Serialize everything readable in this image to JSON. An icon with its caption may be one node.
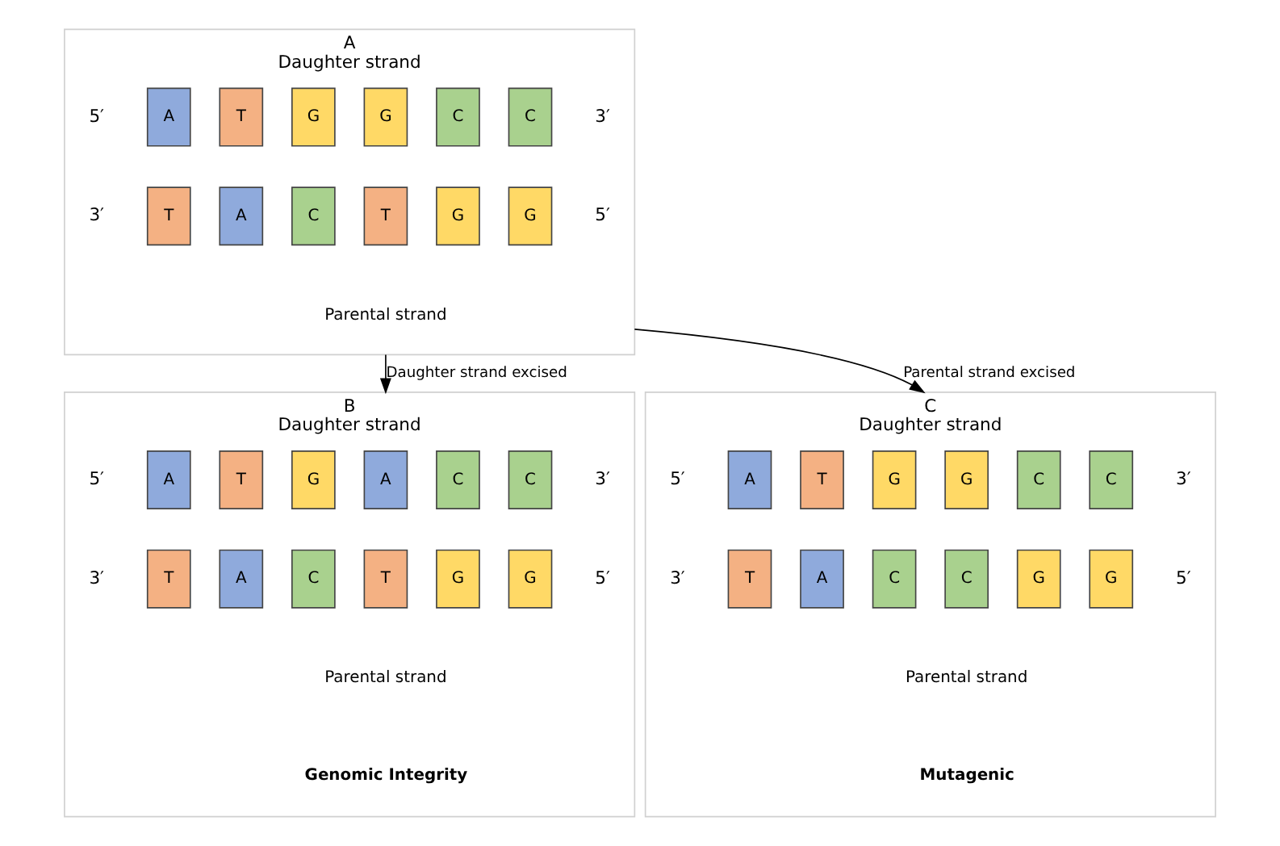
{
  "diagram": {
    "nodes": [
      {
        "text": [
          "A",
          "Daughter strand",
          "Parental strand"
        ]
      },
      {
        "text": [
          "A"
        ],
        "in": 0
      },
      {
        "text": [
          "T"
        ],
        "in": 0
      },
      {
        "text": [
          "G"
        ],
        "in": 0
      },
      {
        "text": [
          "G"
        ],
        "in": 0
      },
      {
        "text": [
          "C"
        ],
        "in": 0
      },
      {
        "text": [
          "C"
        ],
        "in": 0
      },
      {
        "text": [
          "T"
        ],
        "in": 0
      },
      {
        "text": [
          "A"
        ],
        "in": 0
      },
      {
        "text": [
          "C"
        ],
        "in": 0
      },
      {
        "text": [
          "T"
        ],
        "in": 0
      },
      {
        "text": [
          "G"
        ],
        "in": 0
      },
      {
        "text": [
          "G"
        ],
        "in": 0
      },
      {
        "text": [
          "B",
          "Daughter strand",
          "Parental strand"
        ],
        "beside": [
          "Genomic Integrity"
        ]
      },
      {
        "text": [
          "A"
        ],
        "in": 13
      },
      {
        "text": [
          "T"
        ],
        "in": 13
      },
      {
        "text": [
          "G"
        ],
        "in": 13
      },
      {
        "text": [
          "A"
        ],
        "in": 13
      },
      {
        "text": [
          "C"
        ],
        "in": 13
      },
      {
        "text": [
          "C"
        ],
        "in": 13
      },
      {
        "text": [
          "T"
        ],
        "in": 13
      },
      {
        "text": [
          "A"
        ],
        "in": 13
      },
      {
        "text": [
          "C"
        ],
        "in": 13
      },
      {
        "text": [
          "T"
        ],
        "in": 13
      },
      {
        "text": [
          "G"
        ],
        "in": 13
      },
      {
        "text": [
          "G"
        ],
        "in": 13
      },
      {
        "text": [
          "C",
          "Daughter strand",
          "Parental strand"
        ],
        "beside": [
          "Mutagenic"
        ]
      },
      {
        "text": [
          "A"
        ],
        "in": 26
      },
      {
        "text": [
          "T"
        ],
        "in": 26
      },
      {
        "text": [
          "G"
        ],
        "in": 26
      },
      {
        "text": [
          "G"
        ],
        "in": 26
      },
      {
        "text": [
          "C"
        ],
        "in": 26
      },
      {
        "text": [
          "C"
        ],
        "in": 26
      },
      {
        "text": [
          "T"
        ],
        "in": 26
      },
      {
        "text": [
          "A"
        ],
        "in": 26
      },
      {
        "text": [
          "C"
        ],
        "in": 26
      },
      {
        "text": [
          "C"
        ],
        "in": 26
      },
      {
        "text": [
          "G"
        ],
        "in": 26
      },
      {
        "text": [
          "G"
        ],
        "in": 26
      }
    ],
    "edges": [
      {
        "from": 0,
        "to": 13,
        "arrow": "to",
        "label": "Daughter strand excised"
      },
      {
        "from": 0,
        "to": 26,
        "arrow": "to",
        "label": "Parental strand excised"
      }
    ],
    "labels": [
      "5′",
      "3′",
      "3′",
      "5′",
      "5′",
      "3′",
      "3′",
      "5′",
      "5′",
      "3′",
      "3′",
      "5′"
    ]
  }
}
